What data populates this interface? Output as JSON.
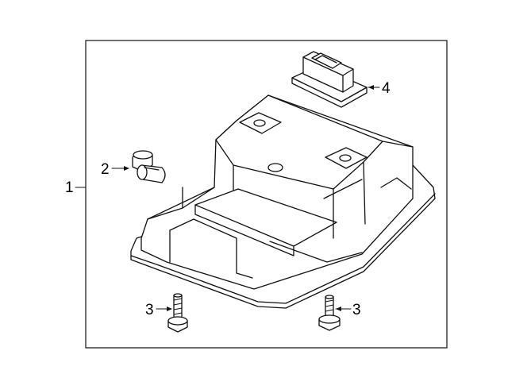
{
  "callouts": {
    "assembly": "1",
    "bulb": "2",
    "screw_left": "3",
    "screw_right": "3",
    "bracket": "4"
  },
  "colors": {
    "line": "#111111",
    "background": "#ffffff"
  }
}
